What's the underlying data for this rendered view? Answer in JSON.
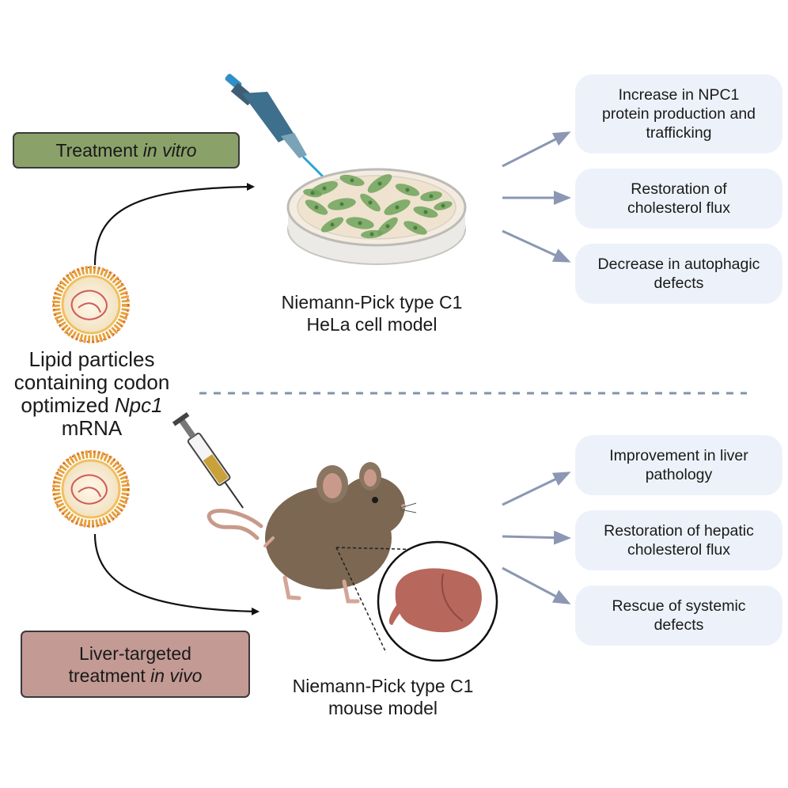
{
  "treatment_in_vitro": {
    "prefix": "Treatment ",
    "italic": "in vitro"
  },
  "treatment_in_vivo": {
    "line1": "Liver-targeted",
    "line2_prefix": "treatment ",
    "line2_italic": "in vivo"
  },
  "lipid_label": {
    "line1": "Lipid particles",
    "line2": "containing codon",
    "line3_prefix": "optimized ",
    "line3_italic": "Npc1",
    "line4": "mRNA"
  },
  "cell_model": {
    "line1": "Niemann-Pick type C1",
    "line2": "HeLa cell model"
  },
  "mouse_model": {
    "line1": "Niemann-Pick type C1",
    "line2": "mouse model"
  },
  "in_vitro_outcomes": [
    {
      "line1": "Increase in NPC1",
      "line2": "protein production and",
      "line3": "trafficking"
    },
    {
      "line1": "Restoration of",
      "line2": "cholesterol flux"
    },
    {
      "line1": "Decrease in autophagic",
      "line2": "defects"
    }
  ],
  "in_vivo_outcomes": [
    {
      "line1": "Improvement in liver",
      "line2": "pathology"
    },
    {
      "line1": "Restoration of hepatic",
      "line2": "cholesterol flux"
    },
    {
      "line1": "Rescue of systemic",
      "line2": "defects"
    }
  ],
  "colors": {
    "in_vitro_box": "#8aa26a",
    "in_vivo_box": "#c39a94",
    "outcome_box": "#edf2fa",
    "outcome_arrow": "#8b97b3",
    "divider": "#8293ad",
    "cell": "#6fa35a",
    "mouse_body": "#7b6752",
    "liver": "#b8675c"
  }
}
